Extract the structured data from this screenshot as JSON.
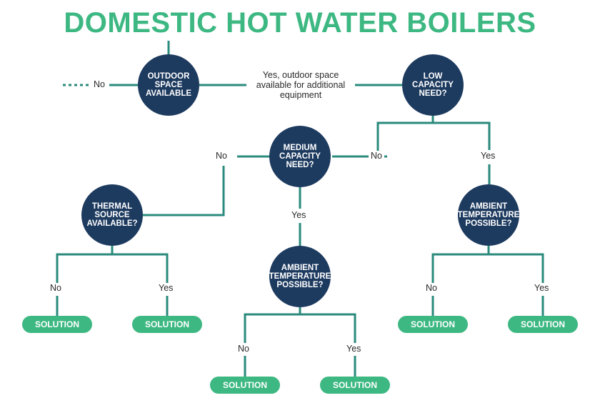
{
  "title": "DOMESTIC HOT WATER BOILERS",
  "colors": {
    "node": "#1d3a5f",
    "solution": "#3db882",
    "line": "#2a8a7c",
    "title": "#3db882"
  },
  "nodes": {
    "outdoor": "OUTDOOR\nSPACE\nAVAILABLE",
    "low_capacity": "LOW\nCAPACITY\nNEED?",
    "medium_capacity": "MEDIUM\nCAPACITY\nNEED?",
    "thermal_source": "THERMAL\nSOURCE\nAVAILABLE?",
    "ambient_center": "AMBIENT\nTEMPERATURE\nPOSSIBLE?",
    "ambient_right": "AMBIENT\nTEMPERATURE\nPOSSIBLE?"
  },
  "labels": {
    "outdoor_no": "No",
    "outdoor_yes": "Yes, outdoor space\navailable for additional\nequipment",
    "low_no": "No",
    "low_yes": "Yes",
    "medium_no": "No",
    "medium_yes": "Yes",
    "thermal_no": "No",
    "thermal_yes": "Yes",
    "ambient_center_no": "No",
    "ambient_center_yes": "Yes",
    "ambient_right_no": "No",
    "ambient_right_yes": "Yes"
  },
  "solutions": {
    "thermal_no": "SOLUTION",
    "thermal_yes": "SOLUTION",
    "ambient_center_no": "SOLUTION",
    "ambient_center_yes": "SOLUTION",
    "ambient_right_no": "SOLUTION",
    "ambient_right_yes": "SOLUTION"
  }
}
